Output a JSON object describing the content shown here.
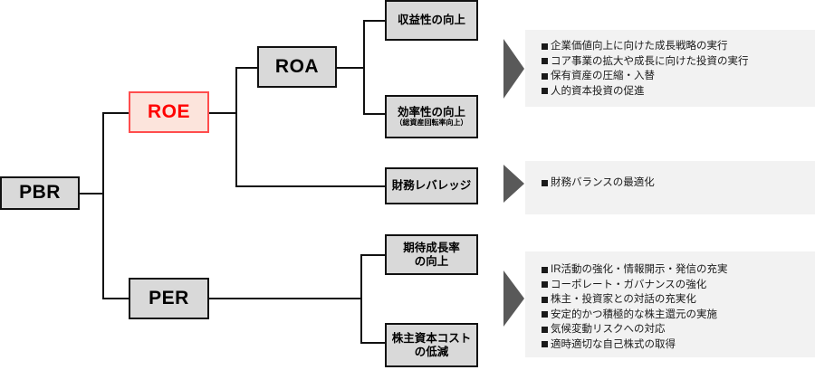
{
  "diagram": {
    "title": "PBR / ROE / PER value-creation tree",
    "colors": {
      "node_fill": "#d9d9d9",
      "node_border": "#111111",
      "accent_fill": "#fce4dc",
      "accent_border": "#ff4d4d",
      "accent_text": "#ff0000",
      "panel_bg": "#f2f2f2",
      "arrow_fill": "#595959",
      "line": "#111111",
      "background": "#ffffff"
    },
    "nodes": {
      "pbr": {
        "label": "PBR"
      },
      "roe": {
        "label": "ROE"
      },
      "per": {
        "label": "PER"
      },
      "roa": {
        "label": "ROA"
      },
      "profitability": {
        "label": "収益性の向上"
      },
      "efficiency": {
        "label": "効率性の向上",
        "sublabel": "（総資産回転率向上）"
      },
      "leverage": {
        "label": "財務レバレッジ"
      },
      "growth": {
        "label": "期待成長率\nの向上"
      },
      "cost_of_equity": {
        "label": "株主資本コスト\nの低減"
      }
    },
    "panels": [
      {
        "name": "roa-measures",
        "items": [
          "企業価値向上に向けた成長戦略の実行",
          "コア事業の拡大や成長に向けた投資の実行",
          "保有資産の圧縮・入替",
          "人的資本投資の促進"
        ]
      },
      {
        "name": "leverage-measures",
        "items": [
          "財務バランスの最適化"
        ]
      },
      {
        "name": "per-measures",
        "items": [
          "IR活動の強化・情報開示・発信の充実",
          "コーポレート・ガバナンスの強化",
          "株主・投資家との対話の充実化",
          "安定的かつ積極的な株主還元の実施",
          "気候変動リスクへの対応",
          "適時適切な自己株式の取得"
        ]
      }
    ],
    "arrows": [
      {
        "name": "arrow-to-roa-measures"
      },
      {
        "name": "arrow-to-leverage-measures"
      },
      {
        "name": "arrow-to-per-measures"
      }
    ]
  }
}
